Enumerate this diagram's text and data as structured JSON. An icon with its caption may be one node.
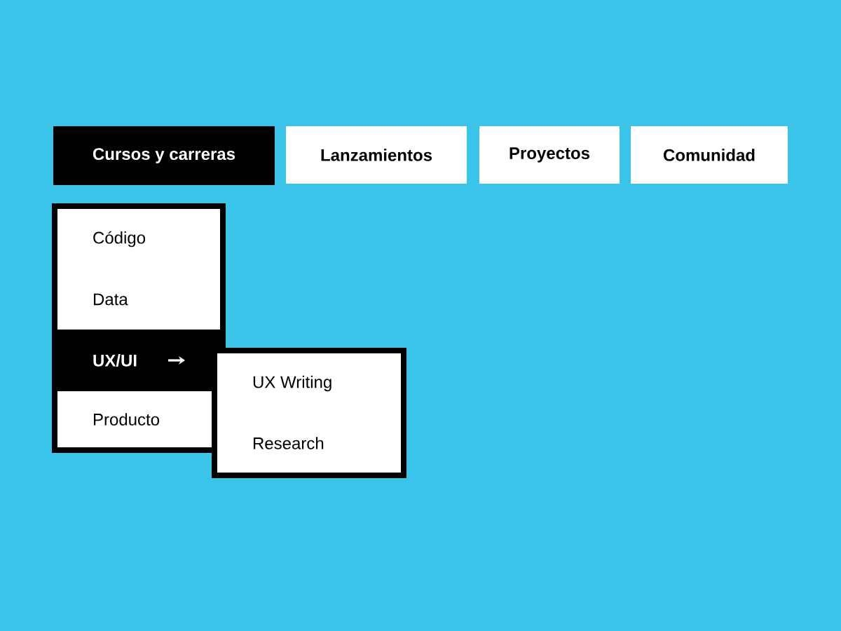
{
  "diagram": {
    "nodes": [
      {
        "text": [
          "Cursos y carreras"
        ]
      },
      {
        "text": [
          "Lanzamientos"
        ]
      },
      {
        "text": [
          "Proyectos"
        ]
      },
      {
        "text": [
          "Comunidad"
        ]
      },
      {
        "text": [],
        "shape": "box"
      },
      {
        "text": [
          "Código"
        ],
        "in": 4
      },
      {
        "text": [
          "Data"
        ],
        "in": 4
      },
      {
        "text": [
          "UX/UI"
        ],
        "in": 4
      },
      {
        "text": [
          "Producto"
        ],
        "in": 4
      },
      {
        "text": [],
        "shape": "box"
      },
      {
        "text": [
          "UX Writing"
        ],
        "in": 9
      },
      {
        "text": [
          "Research"
        ],
        "in": 9
      }
    ],
    "edges": []
  }
}
